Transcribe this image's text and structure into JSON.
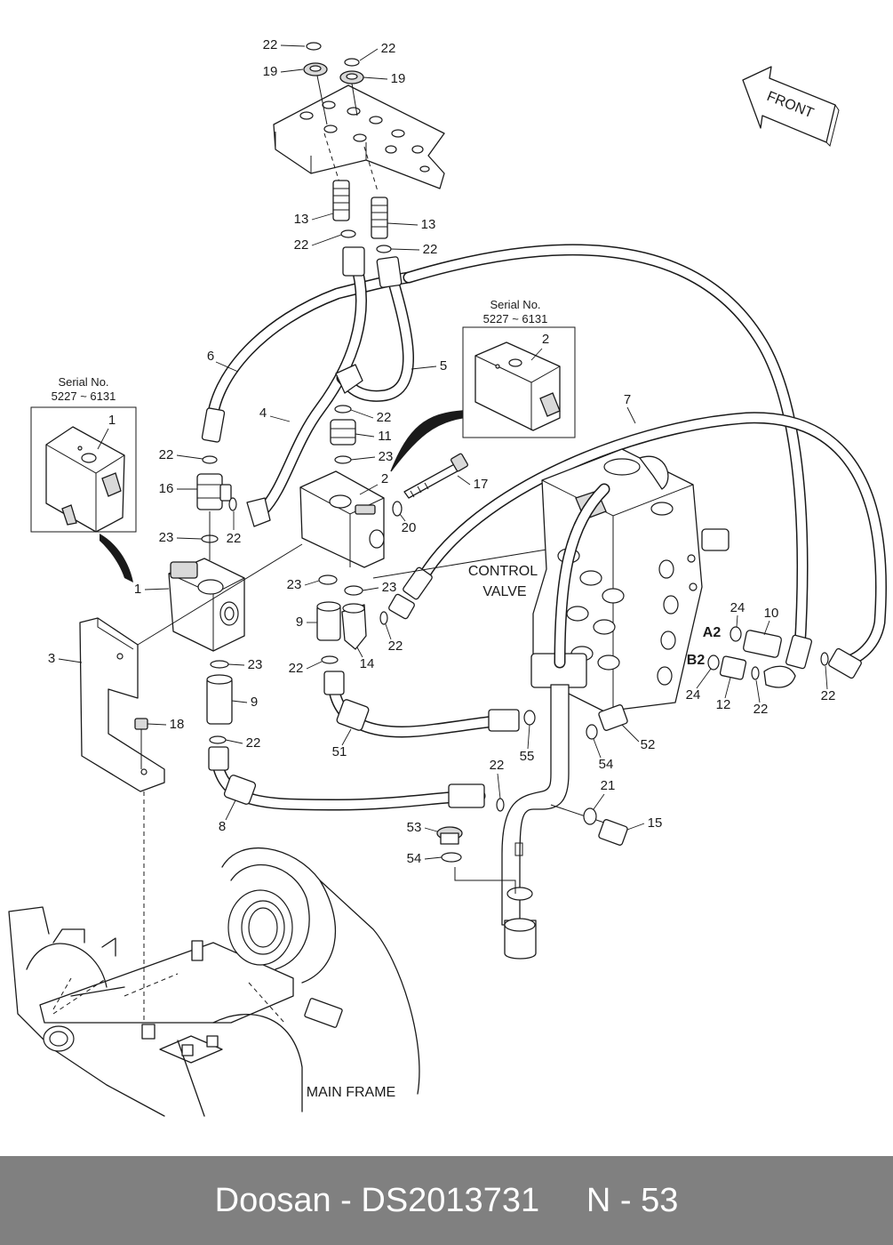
{
  "callouts": {
    "c22a": "22",
    "c22b": "22",
    "c19a": "19",
    "c19b": "19",
    "c13a": "13",
    "c13b": "13",
    "c22c": "22",
    "c22d": "22",
    "c6": "6",
    "c5": "5",
    "c4": "4",
    "c7": "7",
    "c22e": "22",
    "c11": "11",
    "c23a": "23",
    "c2": "2",
    "c17": "17",
    "c22f": "22",
    "c16": "16",
    "c22g": "22",
    "c20": "20",
    "c23b": "23",
    "c1": "1",
    "c23c": "23",
    "c23d": "23",
    "c3": "3",
    "c9a": "9",
    "c22h": "22",
    "c14": "14",
    "c22i": "22",
    "c23e": "23",
    "c9b": "9",
    "c18": "18",
    "c22j": "22",
    "c51": "51",
    "c55": "55",
    "c52": "52",
    "c54a": "54",
    "c8": "8",
    "c22k": "22",
    "c21": "21",
    "c15": "15",
    "c53": "53",
    "c54b": "54",
    "c24a": "24",
    "c10": "10",
    "c24b": "24",
    "c12": "12",
    "c22l": "22",
    "c22m": "22",
    "inset1_part": "1",
    "inset2_part": "2"
  },
  "port_labels": {
    "a2": "A2",
    "b2": "B2"
  },
  "labels": {
    "control_valve_line1": "CONTROL",
    "control_valve_line2": "VALVE",
    "main_frame": "MAIN FRAME",
    "front": "FRONT"
  },
  "insets": {
    "left": {
      "serial_label": "Serial No.",
      "serial_range": "5227 ~ 6131"
    },
    "right": {
      "serial_label": "Serial No.",
      "serial_range": "5227 ~ 6131"
    }
  },
  "footer": {
    "text": "Doosan - DS2013731     N - 53"
  }
}
